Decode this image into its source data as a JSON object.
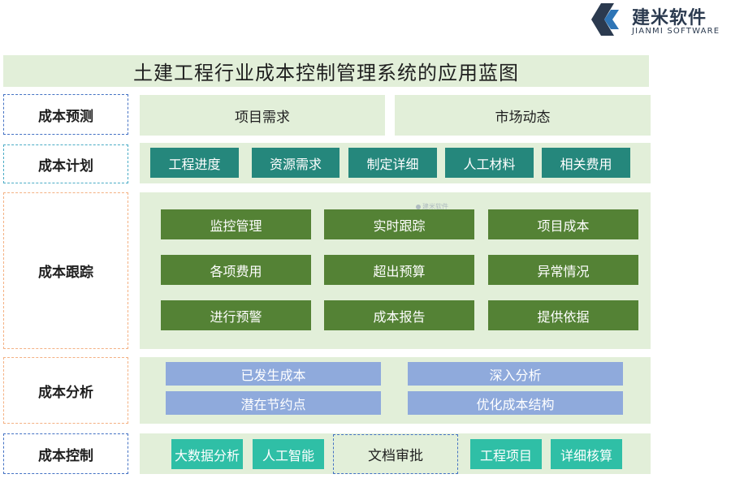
{
  "logo": {
    "name": "建米软件",
    "subtitle": "JIANMI SOFTWARE"
  },
  "title": "土建工程行业成本控制管理系统的应用蓝图",
  "watermark": "建米软件",
  "rows": {
    "forecast": {
      "label": "成本预测",
      "items": [
        "项目需求",
        "市场动态"
      ]
    },
    "plan": {
      "label": "成本计划",
      "items": [
        "工程进度",
        "资源需求",
        "制定详细",
        "人工材料",
        "相关费用"
      ]
    },
    "tracking": {
      "label": "成本跟踪",
      "items": [
        "监控管理",
        "实时跟踪",
        "项目成本",
        "各项费用",
        "超出预算",
        "异常情况",
        "进行预警",
        "成本报告",
        "提供依据"
      ]
    },
    "analysis": {
      "label": "成本分析",
      "items": [
        "已发生成本",
        "深入分析",
        "潜在节约点",
        "优化成本结构"
      ]
    },
    "control": {
      "label": "成本控制",
      "items": [
        "大数据分析",
        "人工智能",
        "文档审批",
        "工程项目",
        "详细核算"
      ]
    }
  },
  "colors": {
    "panel_bg": "#e2efd9",
    "teal": "#25877c",
    "green": "#548235",
    "periwinkle": "#8faadc",
    "mint": "#2fbfa6",
    "logo_dark": "#2b3a4f",
    "logo_blue": "#2e75b6"
  }
}
